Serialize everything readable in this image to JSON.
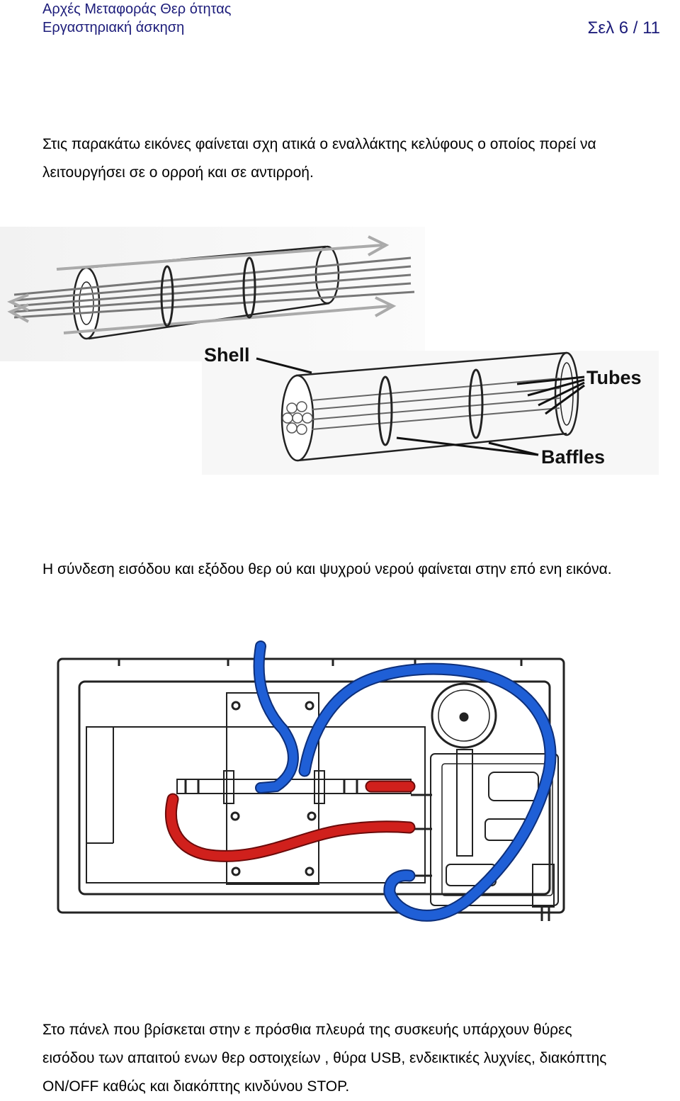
{
  "header": {
    "course_title": "Αρχές Μεταφοράς Θερ ότητας",
    "subtitle": "Εργαστηριακή άσκηση",
    "page_number": "Σελ 6 / 11"
  },
  "paragraphs": {
    "intro": [
      "Στις παρακάτω εικόνες φαίνεται σχη ατικά ο εναλλάκτης κελύφους ο οποίος πορεί να",
      "λειτουργήσει σε ο ορροή και σε αντιρροή."
    ],
    "connection": [
      "Η σύνδεση εισόδου και εξόδου θερ ού και ψυχρού νερού φαίνεται στην επό ενη εικόνα."
    ],
    "panel": [
      "Στο πάνελ που βρίσκεται στην ε πρόσθια πλευρά της συσκευής υπάρχουν θύρες",
      "εισόδου των απαιτού ενων θερ οστοιχείων , θύρα USB, ενδεικτικές λυχνίες, διακόπτης",
      "ON/OFF καθώς και διακόπτης κινδύνου STOP."
    ]
  },
  "figure1": {
    "labels": {
      "shell": "Shell",
      "tubes": "Tubes",
      "baffles": "Baffles"
    }
  },
  "colors": {
    "header_text": "#1c1c7a",
    "cold_hose": "#1f5fd6",
    "hot_hose": "#d0201c"
  }
}
